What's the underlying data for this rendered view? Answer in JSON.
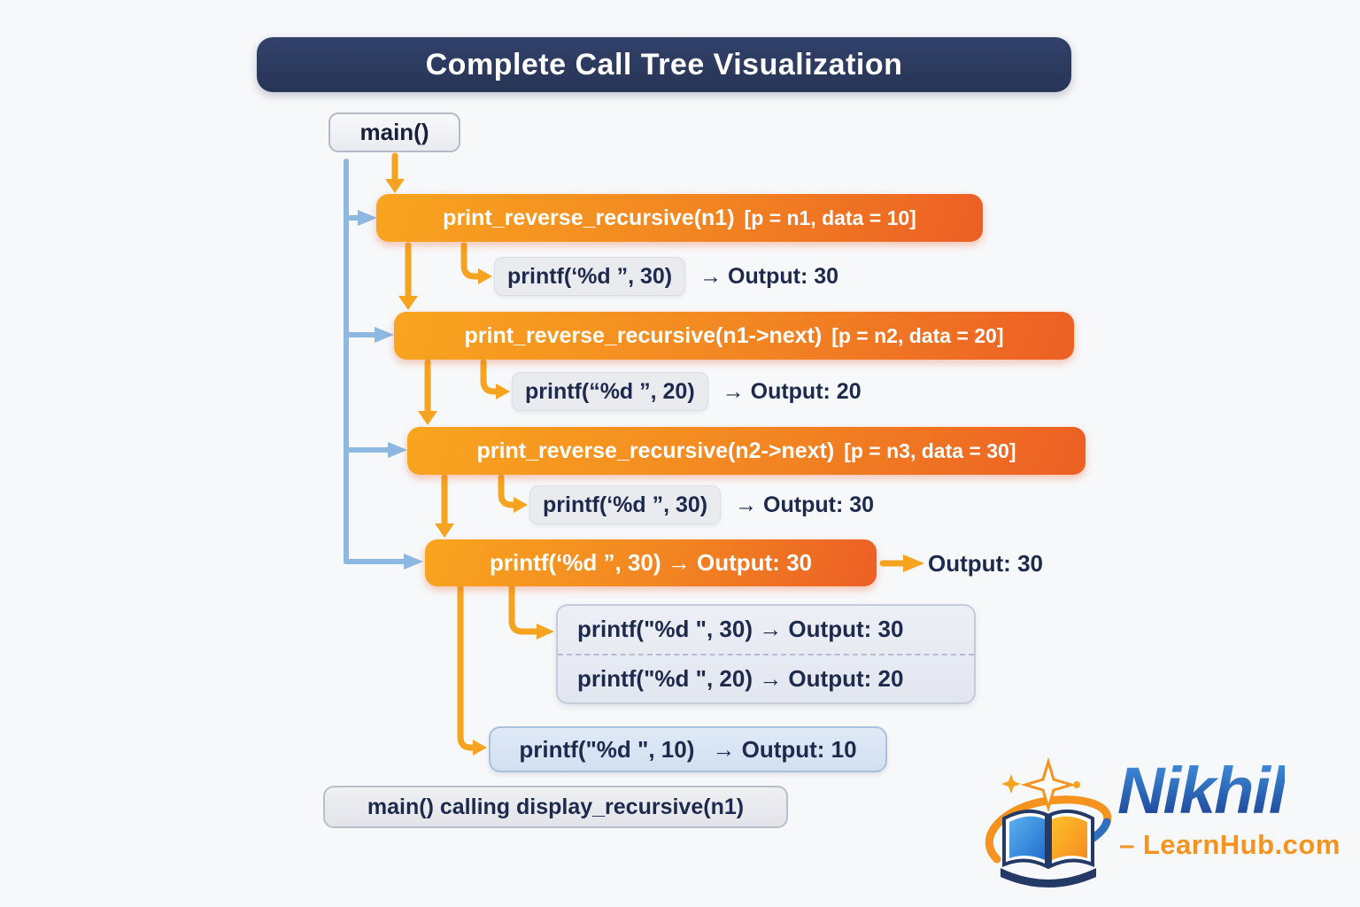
{
  "title": "Complete Call Tree Visualization",
  "nodes": {
    "main": "main()",
    "call1": {
      "label": "print_reverse_recursive(n1)",
      "params": "[p = n1, data = 10]"
    },
    "printf1": {
      "code": "printf(‘%d ”, 30)",
      "output": "→ Output: 30"
    },
    "call2": {
      "label": "print_reverse_recursive(n1->next)",
      "params": "[p = n2, data = 20]"
    },
    "printf2": {
      "code": "printf(“%d ”, 20)",
      "output": "→ Output: 20"
    },
    "call3": {
      "label": "print_reverse_recursive(n2->next)",
      "params": "[p = n3, data = 30]"
    },
    "printf3": {
      "code": "printf(‘%d ”, 30)",
      "output": "→ Output: 30"
    },
    "base": {
      "label": "printf(‘%d ”, 30) → Output: 30",
      "side_output": "Output: 30"
    },
    "returns": {
      "rows": [
        "printf(\"%d \", 30) → Output: 30",
        "printf(\"%d \", 20) → Output: 20"
      ]
    },
    "final": {
      "code": "printf(\"%d \", 10)",
      "output": "→ Output: 10"
    },
    "footer": "main() calling display_recursive(n1)"
  },
  "logo": {
    "name": "Nikhil",
    "site": "– LearnHub.com"
  },
  "colors": {
    "navy": "#2c3a5f",
    "ink": "#1e2a4d",
    "orange-a": "#f9a01f",
    "orange-b": "#ee6024",
    "arrow-orange": "#f6a41f",
    "arrow-blue": "#8cb8e2",
    "logo-orange": "#f6921e"
  }
}
